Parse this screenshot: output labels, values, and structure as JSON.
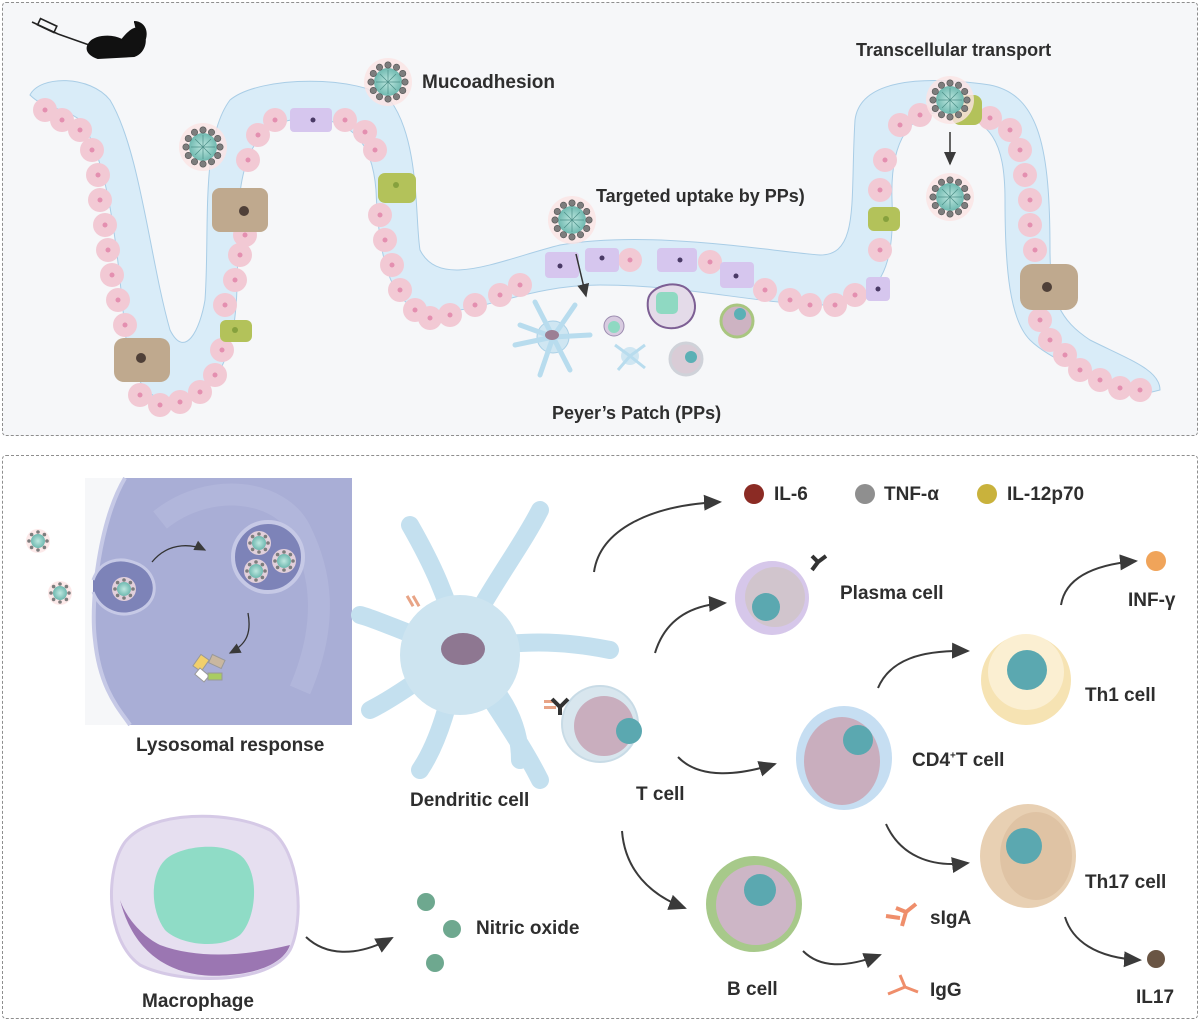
{
  "figure": {
    "top_panel": {
      "labels": {
        "mucoadhesion": "Mucoadhesion",
        "transcellular_transport": "Transcellular transport",
        "targeted_uptake": "Targeted uptake by PPs)",
        "peyers_patch": "Peyer’s Patch (PPs)"
      },
      "icons": [
        "syringe-icon",
        "mouse-icon",
        "nanoparticle-icon"
      ]
    },
    "bottom_panel": {
      "labels": {
        "lysosomal_response": "Lysosomal response",
        "dendritic_cell": "Dendritic cell",
        "macrophage": "Macrophage",
        "nitric_oxide": "Nitric oxide",
        "t_cell": "T cell",
        "plasma_cell": "Plasma cell",
        "cd4_prefix": "CD4",
        "cd4_sup": "+",
        "cd4_suffix": "T cell",
        "th1_cell": "Th1 cell",
        "th17_cell": "Th17 cell",
        "b_cell": "B cell",
        "siga": "sIgA",
        "igg": "IgG",
        "il17": "IL17",
        "inf_gamma": "INF-γ"
      },
      "cytokine_legend": [
        {
          "label": "IL-6",
          "color": "#8b2b24"
        },
        {
          "label": "TNF-α",
          "color": "#8f8f8f"
        },
        {
          "label": "IL-12p70",
          "color": "#c9b23c"
        }
      ]
    },
    "colors": {
      "mucus": "#d9ecf8",
      "epithelial": "#f2c9d4",
      "m_cell": "#d6c6ee",
      "goblet": "#b3c25a",
      "paneth": "#bfa98e",
      "text": "#2e2e2e"
    }
  }
}
